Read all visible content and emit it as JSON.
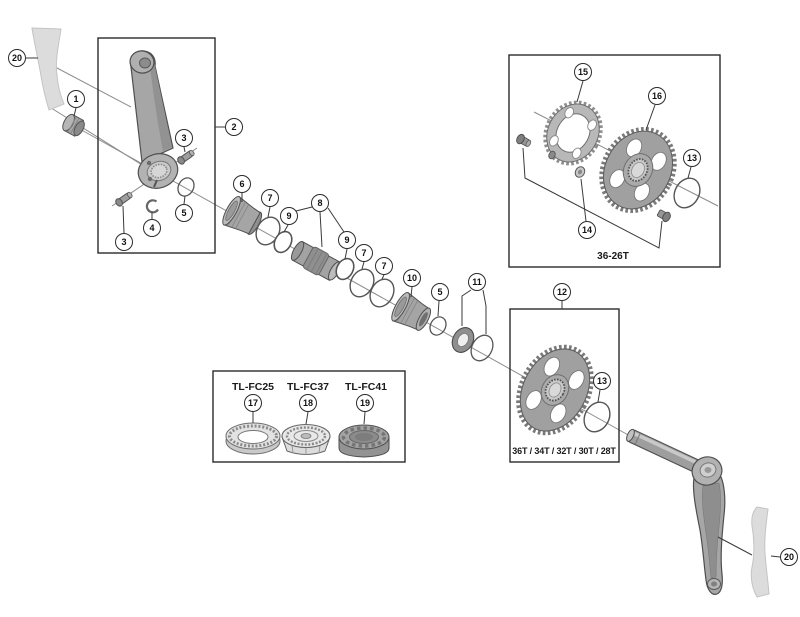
{
  "diagram": {
    "kind": "exploded-parts-diagram",
    "subject": "bicycle crankset assembly with bottom bracket, chainrings and tools",
    "background_color": "#ffffff",
    "outline_color": "#4f4f4f",
    "metal_color": "#a5a5a5"
  },
  "callouts": [
    {
      "label": "20",
      "part": "crank-protector-sticker-left"
    },
    {
      "label": "1",
      "part": "crank-cap"
    },
    {
      "label": "2",
      "part": "left-crank-arm-box"
    },
    {
      "label": "3",
      "part": "pinch-bolt-upper"
    },
    {
      "label": "3",
      "part": "pinch-bolt-lower"
    },
    {
      "label": "4",
      "part": "safety-clip"
    },
    {
      "label": "5",
      "part": "o-ring-left"
    },
    {
      "label": "6",
      "part": "bb-cup-left"
    },
    {
      "label": "7",
      "part": "seal-ring-1"
    },
    {
      "label": "9",
      "part": "spacer-left"
    },
    {
      "label": "8",
      "part": "inner-cover-sleeve"
    },
    {
      "label": "9",
      "part": "spacer-right"
    },
    {
      "label": "7",
      "part": "seal-ring-2"
    },
    {
      "label": "7",
      "part": "seal-ring-3"
    },
    {
      "label": "10",
      "part": "bb-cup-right"
    },
    {
      "label": "5",
      "part": "o-ring-right"
    },
    {
      "label": "11",
      "part": "washer-and-ring"
    },
    {
      "label": "12",
      "part": "single-chainring-box"
    },
    {
      "label": "13",
      "part": "chainring-o-ring-lower"
    },
    {
      "label": "15",
      "part": "small-chainring"
    },
    {
      "label": "16",
      "part": "large-chainring"
    },
    {
      "label": "13",
      "part": "chainring-o-ring-upper"
    },
    {
      "label": "14",
      "part": "chainring-fixing-nut"
    },
    {
      "label": "17",
      "part": "tool-tl-fc25"
    },
    {
      "label": "18",
      "part": "tool-tl-fc37"
    },
    {
      "label": "19",
      "part": "tool-tl-fc41"
    },
    {
      "label": "20",
      "part": "crank-protector-sticker-right"
    }
  ],
  "boxes": {
    "double_chainring_label": "36-26T",
    "single_chainring_label": "36T / 34T / 32T / 30T / 28T"
  },
  "tools": [
    {
      "label": "TL-FC25"
    },
    {
      "label": "TL-FC37"
    },
    {
      "label": "TL-FC41"
    }
  ]
}
